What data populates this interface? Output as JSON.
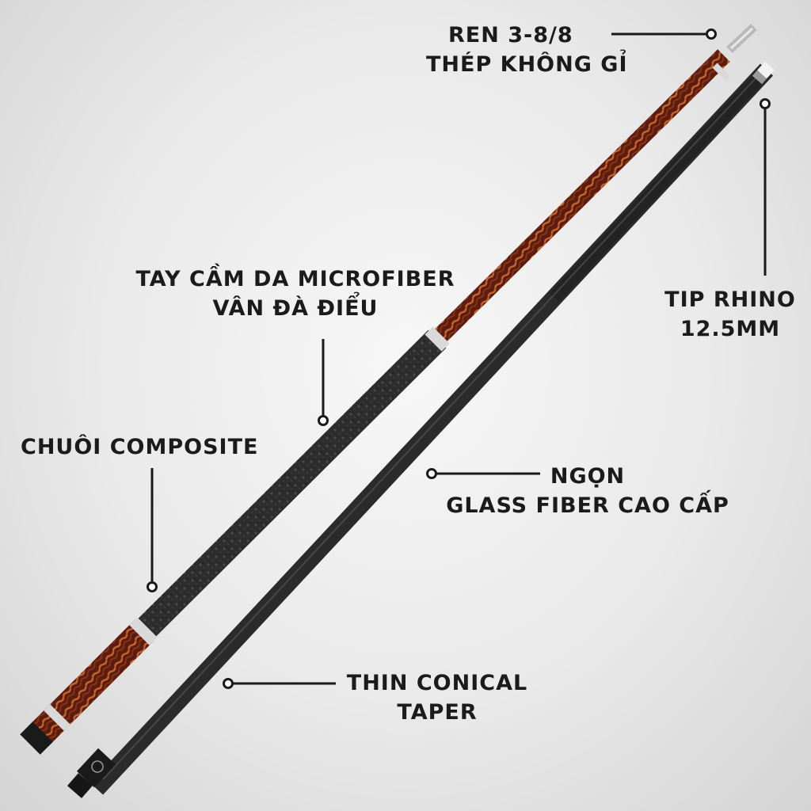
{
  "annotations": {
    "thread": {
      "line1": "REN 3-8/8",
      "line2": "THÉP KHÔNG GỈ"
    },
    "tip": {
      "line1": "TIP RHINO",
      "line2": "12.5MM"
    },
    "grip": {
      "line1": "TAY CẦM DA MICROFIBER",
      "line2": "VÂN ĐÀ ĐIỂU"
    },
    "butt": {
      "line1": "CHUÔI COMPOSITE"
    },
    "shaft": {
      "line1": "NGỌN",
      "line2": "GLASS FIBER CAO CẤP"
    },
    "taper": {
      "line1": "THIN CONICAL",
      "line2": "TAPER"
    }
  },
  "colors": {
    "text": "#1b1b1b",
    "wood": "#6e2614",
    "grip": "#2c2c2c",
    "shaft": "#2a2a2a",
    "ring": "#d9d9d9"
  }
}
